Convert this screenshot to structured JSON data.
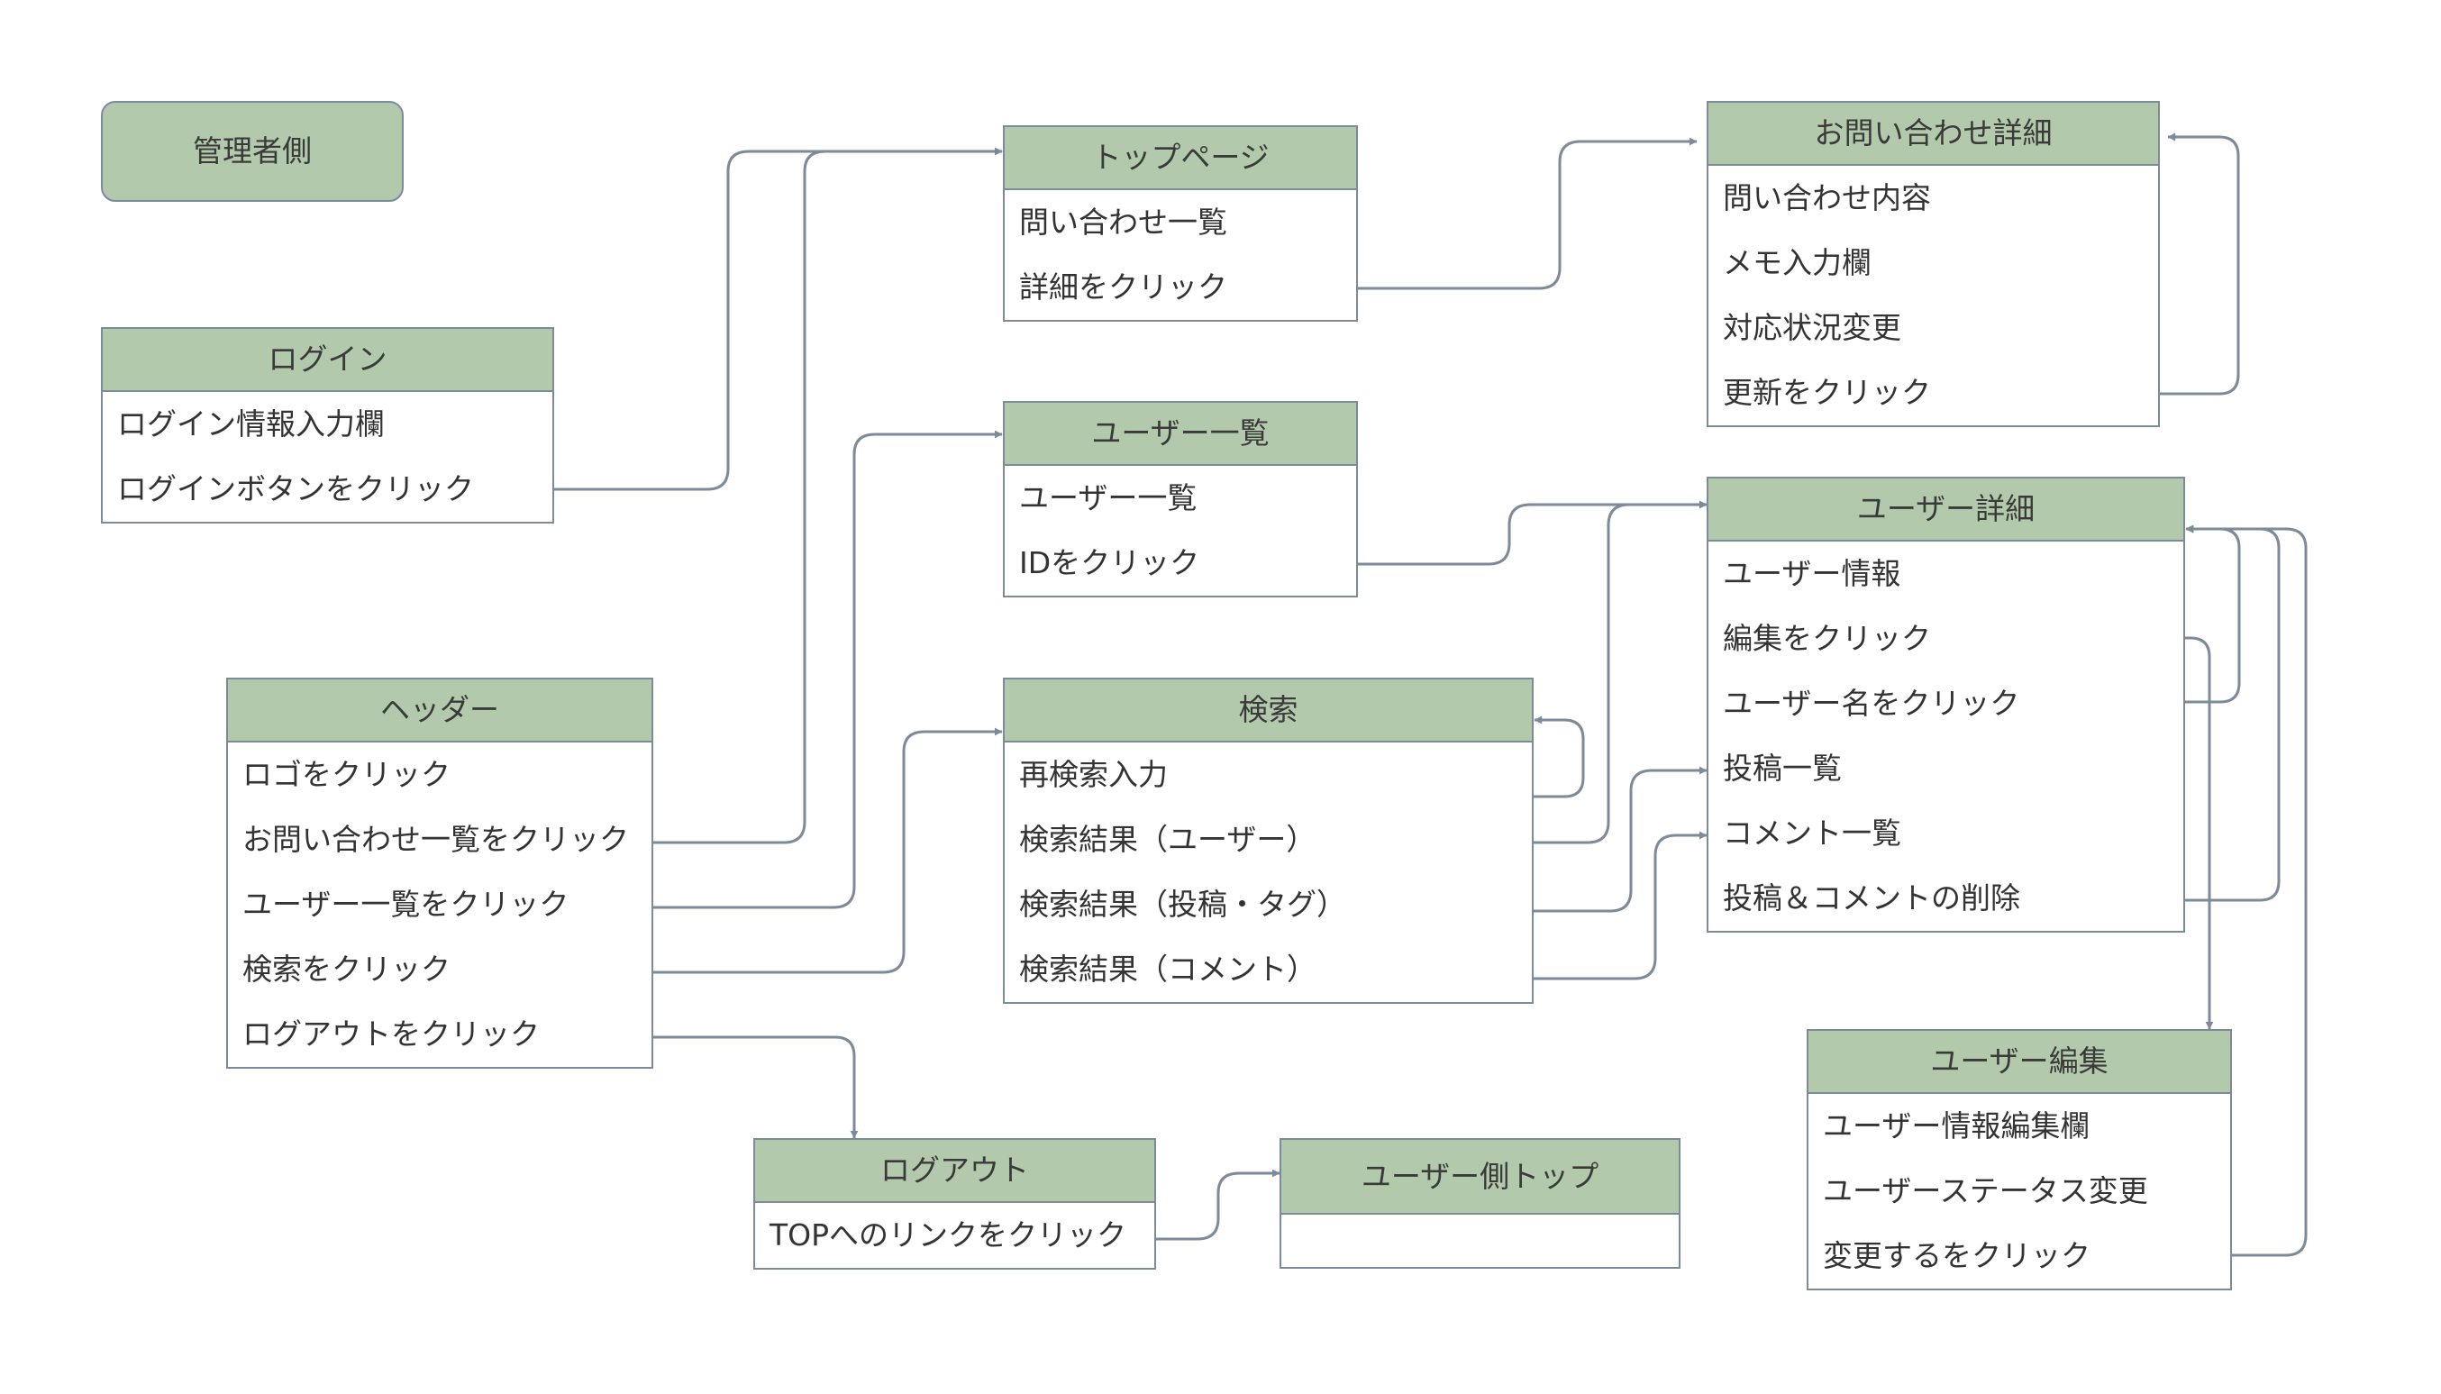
{
  "note": {
    "label": "管理者側"
  },
  "tables": {
    "login": {
      "title": "ログイン",
      "rows": [
        "ログイン情報入力欄",
        "ログインボタンをクリック"
      ]
    },
    "header": {
      "title": "ヘッダー",
      "rows": [
        "ロゴをクリック",
        "お問い合わせ一覧をクリック",
        "ユーザー一覧をクリック",
        "検索をクリック",
        "ログアウトをクリック"
      ]
    },
    "top": {
      "title": "トップページ",
      "rows": [
        "問い合わせ一覧",
        "詳細をクリック"
      ]
    },
    "userlist": {
      "title": "ユーザー一覧",
      "rows": [
        "ユーザー一覧",
        "IDをクリック"
      ]
    },
    "search": {
      "title": "検索",
      "rows": [
        "再検索入力",
        "検索結果（ユーザー）",
        "検索結果（投稿・タグ）",
        "検索結果（コメント）"
      ]
    },
    "logout": {
      "title": "ログアウト",
      "rows": [
        "TOPへのリンクをクリック"
      ]
    },
    "usertop": {
      "title": "ユーザー側トップ",
      "rows": []
    },
    "inquiry": {
      "title": "お問い合わせ詳細",
      "rows": [
        "問い合わせ内容",
        "メモ入力欄",
        "対応状況変更",
        "更新をクリック"
      ]
    },
    "userdetail": {
      "title": "ユーザー詳細",
      "rows": [
        "ユーザー情報",
        "編集をクリック",
        "ユーザー名をクリック",
        "投稿一覧",
        "コメント一覧",
        "投稿＆コメントの削除"
      ]
    },
    "useredit": {
      "title": "ユーザー編集",
      "rows": [
        "ユーザー情報編集欄",
        "ユーザーステータス変更",
        "変更するをクリック"
      ]
    }
  },
  "colors": {
    "header_fill": "#b2c9ab",
    "border": "#7d8a99",
    "edge": "#7d8a99"
  }
}
